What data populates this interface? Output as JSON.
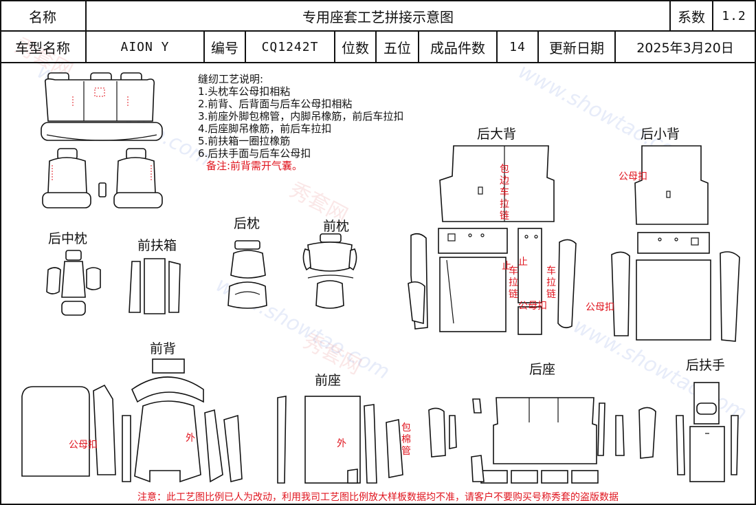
{
  "header": {
    "name_label": "名称",
    "doc_title": "专用座套工艺拼接示意图",
    "factor_label": "系数",
    "factor_value": "1.2",
    "model_label": "车型名称",
    "model_value": "AION Y",
    "code_label": "编号",
    "code_value": "CQ1242T",
    "seats_label": "位数",
    "seats_value": "五位",
    "pieces_label": "成品件数",
    "pieces_value": "14",
    "update_label": "更新日期",
    "update_value": "2025年3月20日"
  },
  "notes": {
    "title": "缝纫工艺说明:",
    "items": [
      "1.头枕车公母扣相粘",
      "2.前背、后背面与后车公母扣相粘",
      "3.前座外脚包棉管，内脚吊橡筋，前后车拉扣",
      "4.后座脚吊橡筋，前后车拉扣",
      "5.前扶箱一圈拉橡筋",
      "6.后扶手面与后车公母扣"
    ],
    "remark": "备注:前背需开气囊。"
  },
  "sections": {
    "rear_back_large": "后大背",
    "rear_back_small": "后小背",
    "rear_mid_headrest": "后中枕",
    "front_armbox": "前扶箱",
    "rear_headrest": "后枕",
    "front_headrest": "前枕",
    "front_back": "前背",
    "front_seat": "前座",
    "rear_seat": "后座",
    "rear_armrest": "后扶手"
  },
  "annotations": {
    "edge_zip": "包边车拉链",
    "snap": "公母扣",
    "stop": "止",
    "zip": "车拉链",
    "outer": "外",
    "foam_tube": "包棉管"
  },
  "watermark": {
    "cn": "秀套网",
    "url": "www.showtao.com"
  },
  "footer": "注意：此工艺图比例已人为改动，利用我司工艺图比例放大样板数据均不准，请客户不要购买号称秀套的盗版数据",
  "colors": {
    "line": "#111111",
    "annotation_red": "#e0141e",
    "watermark_blue": "#7896dc"
  }
}
